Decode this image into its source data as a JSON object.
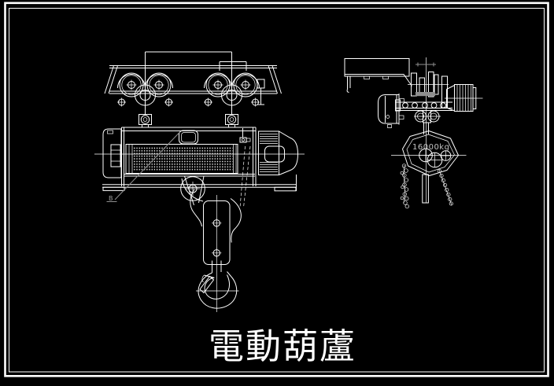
{
  "drawing": {
    "title": "電動葫蘆",
    "capacity_label": "16000kg",
    "section_label": "B",
    "colors": {
      "background": "#000000",
      "line": "#ffffff",
      "dim_gray": "#8f8f8f",
      "label_gray": "#c4c4c4"
    }
  }
}
